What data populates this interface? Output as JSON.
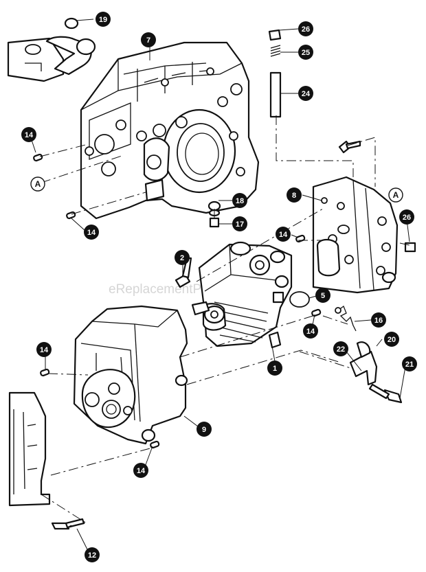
{
  "watermark": "eReplacementParts.com",
  "callouts": [
    {
      "id": "c19",
      "label": "19"
    },
    {
      "id": "c7",
      "label": "7"
    },
    {
      "id": "c26a",
      "label": "26"
    },
    {
      "id": "c25",
      "label": "25"
    },
    {
      "id": "c24",
      "label": "24"
    },
    {
      "id": "c14a",
      "label": "14"
    },
    {
      "id": "c18",
      "label": "18"
    },
    {
      "id": "c17",
      "label": "17"
    },
    {
      "id": "c14b",
      "label": "14"
    },
    {
      "id": "c8",
      "label": "8"
    },
    {
      "id": "c14c",
      "label": "14"
    },
    {
      "id": "c26b",
      "label": "26"
    },
    {
      "id": "c2",
      "label": "2"
    },
    {
      "id": "c5",
      "label": "5"
    },
    {
      "id": "c16",
      "label": "16"
    },
    {
      "id": "c14d",
      "label": "14"
    },
    {
      "id": "c20",
      "label": "20"
    },
    {
      "id": "c22",
      "label": "22"
    },
    {
      "id": "c1",
      "label": "1"
    },
    {
      "id": "c21",
      "label": "21"
    },
    {
      "id": "c14e",
      "label": "14"
    },
    {
      "id": "c9",
      "label": "9"
    },
    {
      "id": "c14f",
      "label": "14"
    },
    {
      "id": "c12",
      "label": "12"
    }
  ],
  "references": [
    {
      "id": "refA1",
      "label": "A"
    },
    {
      "id": "refA2",
      "label": "A"
    }
  ]
}
